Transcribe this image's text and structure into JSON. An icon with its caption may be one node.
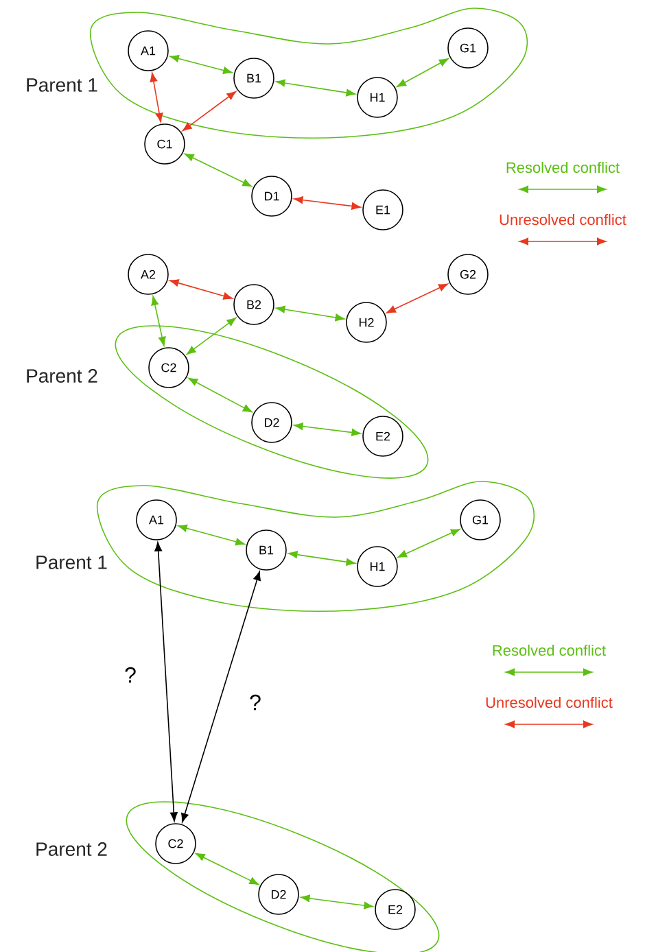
{
  "diagram": {
    "nodes": [
      {
        "text": [
          "Parent 1"
        ]
      },
      {
        "text": [
          "A1"
        ],
        "in": 0
      },
      {
        "text": [
          "B1"
        ],
        "in": 0
      },
      {
        "text": [
          "H1"
        ],
        "in": 0
      },
      {
        "text": [
          "G1"
        ],
        "in": 0
      },
      {
        "text": [
          "C1"
        ]
      },
      {
        "text": [
          "D1"
        ]
      },
      {
        "text": [
          "E1"
        ]
      },
      {
        "text": [
          "A2"
        ]
      },
      {
        "text": [
          "B2"
        ]
      },
      {
        "text": [
          "H2"
        ]
      },
      {
        "text": [
          "G2"
        ]
      },
      {
        "text": [
          "Parent 2"
        ]
      },
      {
        "text": [
          "C2"
        ],
        "in": 12
      },
      {
        "text": [
          "D2"
        ],
        "in": 12
      },
      {
        "text": [
          "E2"
        ],
        "in": 12
      },
      {
        "text": [
          "Parent 1"
        ]
      },
      {
        "text": [
          "A1"
        ],
        "in": 16
      },
      {
        "text": [
          "B1"
        ],
        "in": 16
      },
      {
        "text": [
          "H1"
        ],
        "in": 16
      },
      {
        "text": [
          "G1"
        ],
        "in": 16
      },
      {
        "text": [
          "Parent 2"
        ]
      },
      {
        "text": [
          "C2"
        ],
        "in": 21
      },
      {
        "text": [
          "D2"
        ],
        "in": 21
      },
      {
        "text": [
          "E2"
        ],
        "in": 21
      }
    ],
    "edges": [
      {
        "from": 1,
        "to": 2,
        "arrow": "both"
      },
      {
        "from": 2,
        "to": 3,
        "arrow": "both"
      },
      {
        "from": 3,
        "to": 4,
        "arrow": "both"
      },
      {
        "from": 1,
        "to": 5,
        "arrow": "both",
        "color": "#e8381f"
      },
      {
        "from": 2,
        "to": 5,
        "arrow": "both",
        "color": "#e8381f"
      },
      {
        "from": 5,
        "to": 6,
        "arrow": "both"
      },
      {
        "from": 6,
        "to": 7,
        "arrow": "both",
        "color": "#e8381f"
      },
      {
        "from": 8,
        "to": 9,
        "arrow": "both",
        "color": "#e8381f"
      },
      {
        "from": 9,
        "to": 10,
        "arrow": "both"
      },
      {
        "from": 10,
        "to": 11,
        "arrow": "both",
        "color": "#e8381f"
      },
      {
        "from": 8,
        "to": 13,
        "arrow": "both"
      },
      {
        "from": 9,
        "to": 13,
        "arrow": "both"
      },
      {
        "from": 13,
        "to": 14,
        "arrow": "both"
      },
      {
        "from": 14,
        "to": 15,
        "arrow": "both"
      },
      {
        "from": 17,
        "to": 18,
        "arrow": "both"
      },
      {
        "from": 18,
        "to": 19,
        "arrow": "both"
      },
      {
        "from": 19,
        "to": 20,
        "arrow": "both"
      },
      {
        "from": 22,
        "to": 23,
        "arrow": "both"
      },
      {
        "from": 23,
        "to": 24,
        "arrow": "both"
      },
      {
        "from": 17,
        "to": 22,
        "arrow": "both",
        "color": "#000000",
        "label": "?"
      },
      {
        "from": 18,
        "to": 22,
        "arrow": "both",
        "color": "#000000",
        "label": "?"
      }
    ],
    "legend": [
      {
        "text": "Resolved conflict",
        "color": "#5cbf12"
      },
      {
        "text": "Unresolved conflict",
        "color": "#e8381f"
      },
      {
        "text": "Resolved conflict",
        "color": "#5cbf12"
      },
      {
        "text": "Unresolved conflict",
        "color": "#e8381f"
      }
    ]
  }
}
